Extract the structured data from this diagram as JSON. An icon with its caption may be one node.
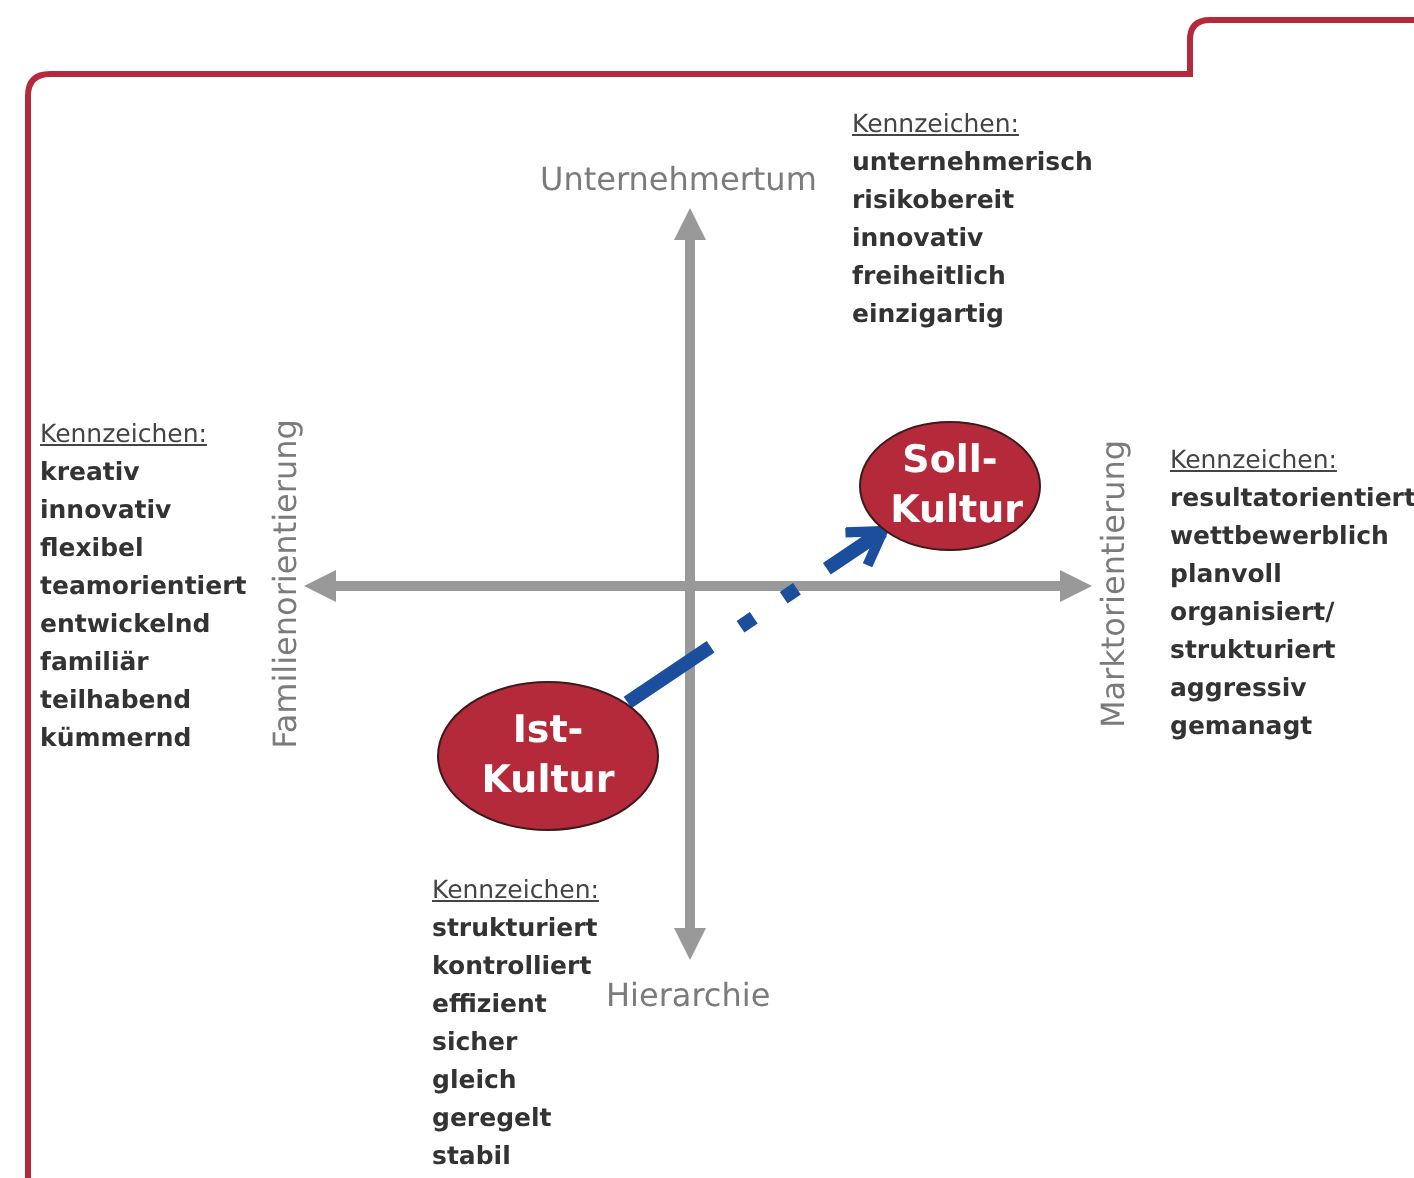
{
  "diagram": {
    "nodes": [
      {
        "text": [
          "Ist- Kultur"
        ]
      },
      {
        "text": [
          "Soll- Kultur"
        ]
      }
    ],
    "edges": [
      {
        "from": 0,
        "to": 1,
        "arrow": "to",
        "style": "dashed",
        "color": "#1b4f9e"
      }
    ],
    "labels": [
      "Unternehmertum",
      "Kennzeichen:",
      "unternehmerisch",
      "risikobereit",
      "innovativ",
      "freiheitlich",
      "einzigartig",
      "Kennzeichen:",
      "kreativ",
      "innovativ",
      "flexibel",
      "teamorientiert",
      "entwickelnd",
      "familiär",
      "teilhabend",
      "kümmernd",
      "Familienorientierung",
      "Marktorientierung",
      "Kennzeichen:",
      "resultatorientiert",
      "wettbewerblich",
      "planvoll",
      "organisiert/ strukturiert",
      "aggressiv",
      "gemanagt",
      "Hierarchie",
      "Kennzeichen:",
      "strukturiert",
      "kontrolliert",
      "effizient",
      "sicher",
      "gleich",
      "geregelt",
      "stabil"
    ]
  }
}
